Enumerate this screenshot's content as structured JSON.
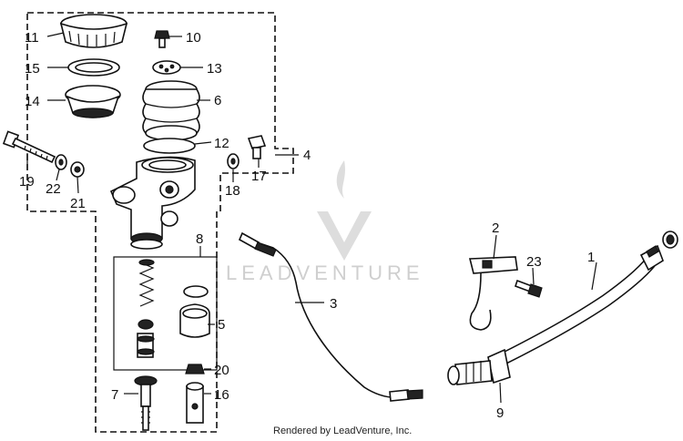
{
  "watermark": {
    "text": "LEADVENTURE"
  },
  "footer": {
    "text": "Rendered by LeadVenture, Inc."
  },
  "callouts": [
    "1",
    "2",
    "3",
    "4",
    "5",
    "6",
    "7",
    "8",
    "9",
    "10",
    "11",
    "12",
    "13",
    "14",
    "15",
    "16",
    "17",
    "18",
    "19",
    "20",
    "21",
    "22",
    "23"
  ]
}
